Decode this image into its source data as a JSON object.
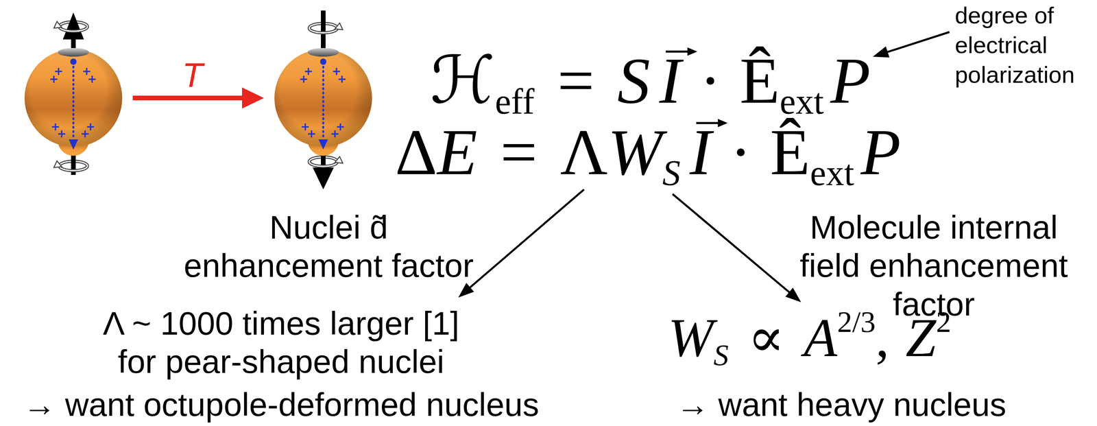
{
  "diagram": {
    "labels": [
      "T",
      "degree of electrical polarization",
      "ℋ",
      "eff",
      "=",
      "S",
      "I",
      "·",
      "Ê",
      "ext",
      "P",
      "Δ",
      "E",
      "=",
      "Λ",
      "W",
      "S",
      "I",
      "·",
      "Ê",
      "ext",
      "P",
      "Nuclei d̃ enhancement factor",
      "Molecule internal field enhancement factor",
      "Λ ~ 1000 times larger [1] for pear-shaped nuclei",
      "→ want octupole-deformed nucleus",
      "W",
      "S",
      "∝",
      "A",
      "2/3",
      ",",
      "Z",
      "2",
      "→ want heavy nucleus"
    ]
  }
}
